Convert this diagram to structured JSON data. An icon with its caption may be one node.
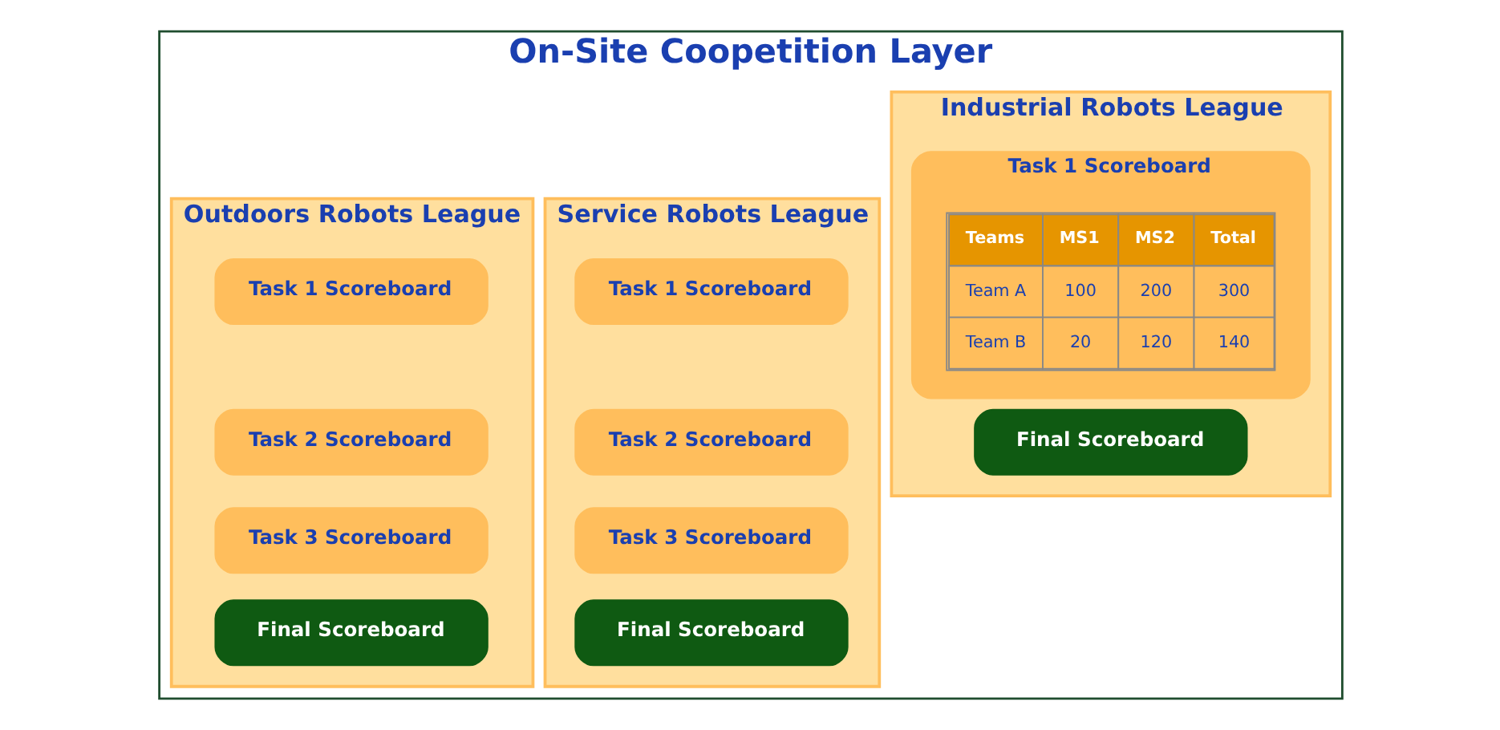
{
  "diagram": {
    "nodes": [
      {
        "text": [
          "On-Site Coopetition Layer"
        ]
      },
      {
        "text": [
          "Industrial Robots League"
        ],
        "in": 0
      },
      {
        "text": [
          "Task 1 Scoreboard"
        ],
        "in": 1
      },
      {
        "text": [
          "Final Scoreboard"
        ],
        "in": 1
      },
      {
        "text": [
          "Service Robots League"
        ],
        "in": 0
      },
      {
        "text": [
          "Task 1 Scoreboard"
        ],
        "in": 4
      },
      {
        "text": [
          "Task 2 Scoreboard"
        ],
        "in": 4
      },
      {
        "text": [
          "Task 3 Scoreboard"
        ],
        "in": 4
      },
      {
        "text": [
          "Final Scoreboard"
        ],
        "in": 4
      },
      {
        "text": [
          "Outdoors Robots League"
        ],
        "in": 0
      },
      {
        "text": [
          "Task 1 Scoreboard"
        ],
        "in": 9
      },
      {
        "text": [
          "Task 2 Scoreboard"
        ],
        "in": 9
      },
      {
        "text": [
          "Task 3 Scoreboard"
        ],
        "in": 9
      },
      {
        "text": [
          "Final Scoreboard"
        ],
        "in": 9
      }
    ],
    "labels": [
      "Teams",
      "MS1",
      "MS2",
      "Total",
      "Team A",
      "100",
      "200",
      "300",
      "Team B",
      "20",
      "120",
      "140"
    ]
  }
}
